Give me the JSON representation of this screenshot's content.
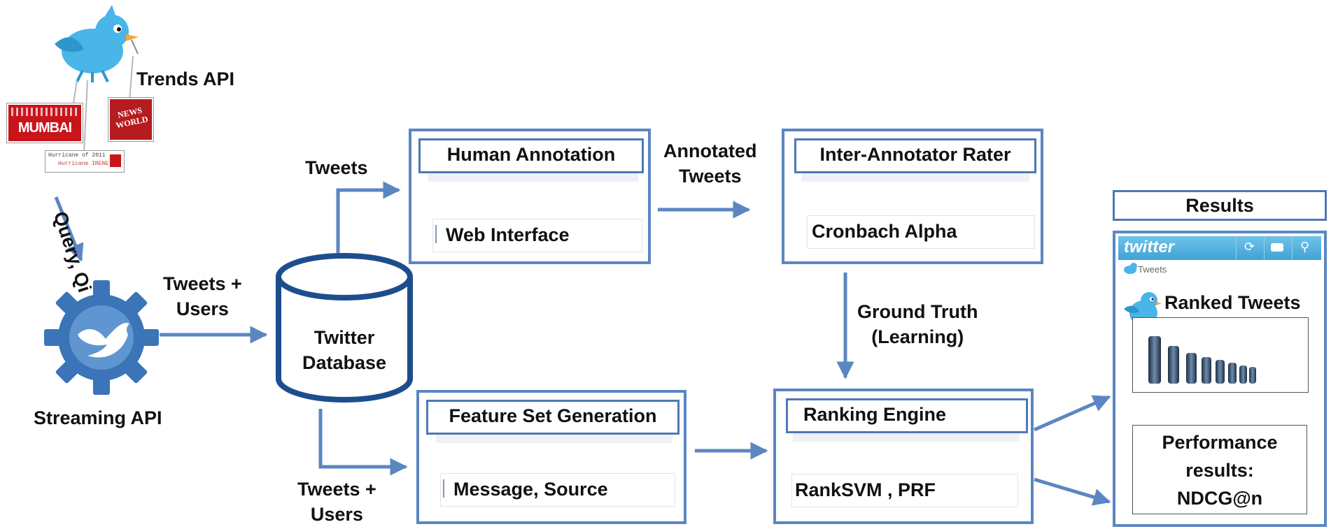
{
  "labels": {
    "trends_api": "Trends API",
    "query_qi": "Query, Qi",
    "streaming_api": "Streaming API",
    "tweets_users_1": "Tweets +",
    "tweets_users_2": "Users",
    "tweets_top": "Tweets",
    "annotated_1": "Annotated",
    "annotated_2": "Tweets",
    "ground_truth_1": "Ground Truth",
    "ground_truth_2": "(Learning)",
    "tweets_users_bottom_1": "Tweets +",
    "tweets_users_bottom_2": "Users"
  },
  "database": {
    "line1": "Twitter",
    "line2": "Database"
  },
  "boxes": {
    "human_annotation": {
      "title": "Human Annotation",
      "field": "Web Interface"
    },
    "inter_annotator": {
      "title": "Inter-Annotator Rater",
      "field": "Cronbach Alpha"
    },
    "feature_set": {
      "title": "Feature Set Generation",
      "field": "Message,  Source"
    },
    "ranking_engine": {
      "title": "Ranking Engine",
      "field": "RankSVM , PRF"
    }
  },
  "results": {
    "title": "Results",
    "twitter_logo": "twitter",
    "tweets_tab": "Tweets",
    "ranked_tweets": "Ranked Tweets",
    "perf_1": "Performance",
    "perf_2": "results:",
    "perf_3": "NDCG@n"
  },
  "thumbnails": {
    "mumbai": "MUMBAI",
    "news": "NEWS WORLD",
    "hurricane_1": "Hurricane of 2011",
    "hurricane_2": "Hurricane IRENE"
  },
  "colors": {
    "arrow": "#5b86c2",
    "box_border": "#5b86c2",
    "gear": "#3b74b8",
    "twitter_blue": "#49b5e8"
  }
}
